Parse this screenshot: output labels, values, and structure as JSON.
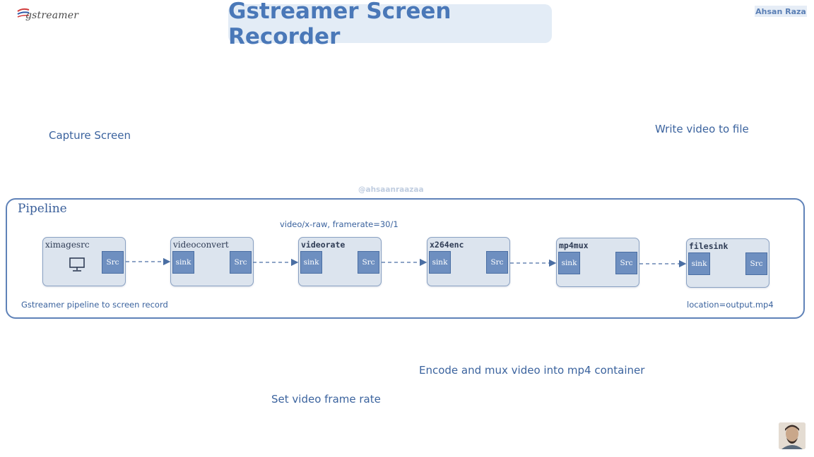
{
  "header": {
    "logo_text": "gstreamer",
    "title": "Gstreamer Screen Recorder",
    "author": "Ahsan Raza",
    "handle": "@ahsaanraazaa"
  },
  "annotations": {
    "capture": "Capture Screen",
    "write": "Write video to file",
    "encode": "Encode and mux video into mp4 container",
    "framerate": "Set video frame  rate"
  },
  "pipeline": {
    "label": "Pipeline",
    "caps": "video/x-raw, framerate=30/1",
    "caption": "Gstreamer pipeline to screen record",
    "location": "location=output.mp4",
    "elements": [
      {
        "name": "ximagesrc",
        "pads": [
          "Src"
        ],
        "icon": "monitor-icon"
      },
      {
        "name": "videoconvert",
        "pads": [
          "sink",
          "Src"
        ]
      },
      {
        "name": "videorate",
        "pads": [
          "sink",
          "Src"
        ]
      },
      {
        "name": "x264enc",
        "pads": [
          "sink",
          "Src"
        ]
      },
      {
        "name": "mp4mux",
        "pads": [
          "sink",
          "Src"
        ]
      },
      {
        "name": "filesink",
        "pads": [
          "sink",
          "Src"
        ]
      }
    ]
  },
  "colors": {
    "accent": "#4a78b8",
    "pad_fill": "#6e8fc0",
    "element_fill": "#dce4ee",
    "pipeline_border": "#5f82b8",
    "title_bg": "#e3ecf6"
  }
}
